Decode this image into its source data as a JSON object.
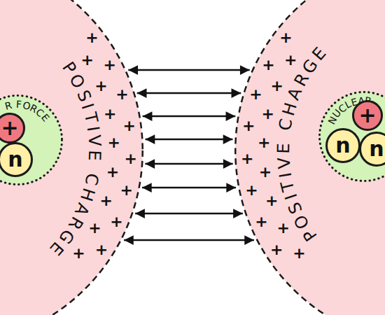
{
  "diagram": {
    "nodes": [
      {
        "text": [
          "POSITIVE CHARGE"
        ]
      },
      {
        "text": [
          "R FORCE"
        ],
        "in": 0
      },
      {
        "text": [
          "+"
        ],
        "in": 1
      },
      {
        "text": [
          "n"
        ],
        "in": 1
      },
      {
        "text": [
          "POSITIVE CHARGE"
        ]
      },
      {
        "text": [
          "NUCLEAR"
        ],
        "in": 4
      },
      {
        "text": [
          "+"
        ],
        "in": 5
      },
      {
        "text": [
          "n"
        ],
        "in": 5
      },
      {
        "text": [
          "n"
        ],
        "in": 5
      }
    ],
    "edges": [
      {
        "from": 0,
        "to": 4,
        "arrow": "both"
      },
      {
        "from": 0,
        "to": 4,
        "arrow": "both"
      },
      {
        "from": 0,
        "to": 4,
        "arrow": "both"
      },
      {
        "from": 0,
        "to": 4,
        "arrow": "both"
      },
      {
        "from": 0,
        "to": 4,
        "arrow": "both"
      },
      {
        "from": 0,
        "to": 4,
        "arrow": "both"
      },
      {
        "from": 0,
        "to": 4,
        "arrow": "both"
      },
      {
        "from": 0,
        "to": 4,
        "arrow": "both"
      }
    ],
    "labels": [
      "+",
      "+",
      "+",
      "+",
      "+",
      "+",
      "+",
      "+",
      "+",
      "+",
      "+",
      "+",
      "+",
      "+",
      "+",
      "+",
      "+",
      "+",
      "+",
      "+",
      "+",
      "+",
      "+",
      "+",
      "+",
      "+",
      "+",
      "+",
      "+",
      "+",
      "+",
      "+"
    ]
  }
}
